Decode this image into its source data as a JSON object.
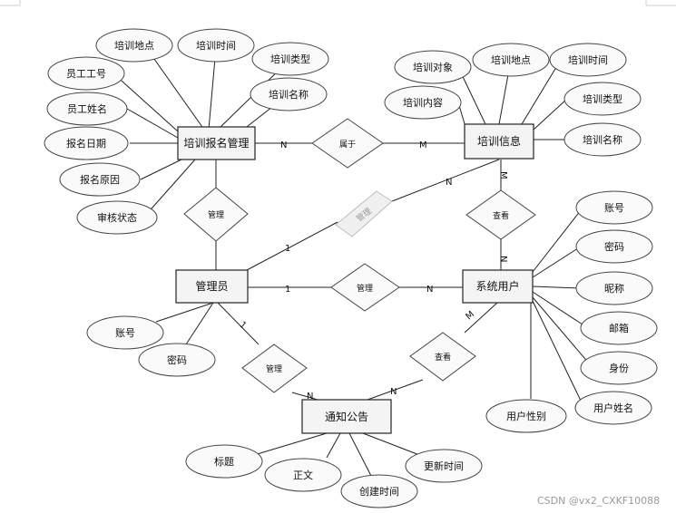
{
  "entities": {
    "train_signup": "培训报名管理",
    "train_info": "培训信息",
    "admin": "管理员",
    "sys_user": "系统用户",
    "notice": "通知公告"
  },
  "relations": {
    "belongs": "属于",
    "manage_signup": "管理",
    "manage_info": "管理",
    "manage_user": "管理",
    "view_info": "查看",
    "manage_notice": "管理",
    "view_notice": "查看"
  },
  "attributes": {
    "signup": [
      "培训地点",
      "培训时间",
      "培训类型",
      "培训名称",
      "员工工号",
      "员工姓名",
      "报名日期",
      "报名原因",
      "审核状态"
    ],
    "info": [
      "培训对象",
      "培训地点",
      "培训时间",
      "培训内容",
      "培训类型",
      "培训名称"
    ],
    "user": [
      "账号",
      "密码",
      "昵称",
      "邮箱",
      "身份",
      "用户姓名",
      "用户性别"
    ],
    "admin": [
      "账号",
      "密码"
    ],
    "notice": [
      "标题",
      "正文",
      "创建时间",
      "更新时间"
    ]
  },
  "cardinality": {
    "n": "N",
    "m": "M",
    "one": "1"
  },
  "watermark": "CSDN @vx2_CXKF10088"
}
